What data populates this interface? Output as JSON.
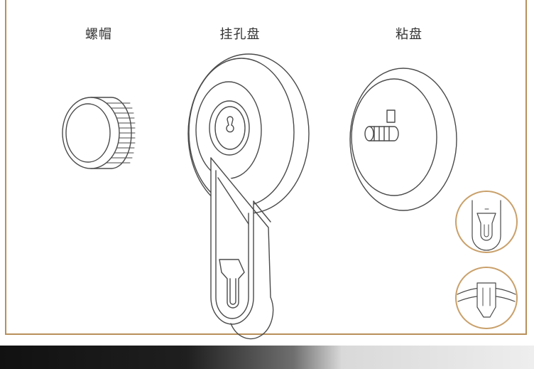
{
  "labels": {
    "screw_cap": "螺帽",
    "hook_disc": "挂孔盘",
    "adhesive_disc": "粘盘"
  },
  "colors": {
    "frame": "#b8905a",
    "line": "#4a4a4a",
    "detail_circle": "#c9a06a"
  }
}
